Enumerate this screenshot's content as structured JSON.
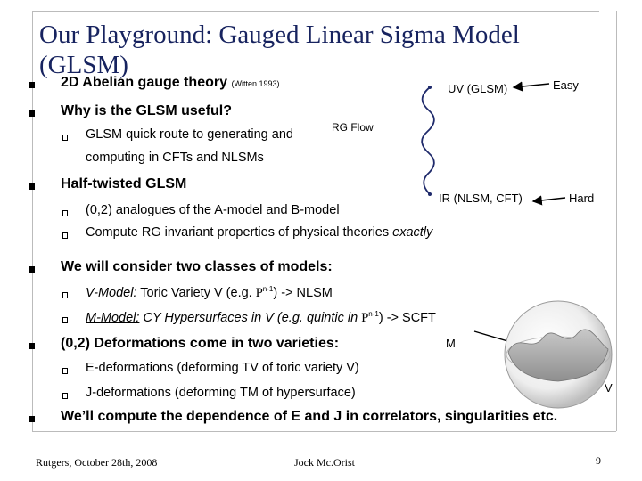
{
  "slide": {
    "title_line1": "Our Playground: Gauged Linear Sigma Model",
    "title_line2": "(GLSM)",
    "bullets": {
      "b1": "2D Abelian gauge theory",
      "b1_cite": "(Witten 1993)",
      "b2": "Why is the GLSM useful?",
      "b2_sub1_line1": "GLSM quick route to generating and",
      "b2_sub1_line2": "computing in CFTs and NLSMs",
      "b3": "Half-twisted GLSM",
      "b3_sub1": "(0,2) analogues of the A-model and B-model",
      "b3_sub2_a": "Compute RG invariant properties of physical theories ",
      "b3_sub2_b": "exactly",
      "b4": "We will consider two classes of models:",
      "b4_sub1_label": "V-Model:",
      "b4_sub1_text": " Toric Variety V (e.g. ",
      "b4_sub1_p": "P",
      "b4_sub1_sup": "n-1",
      "b4_sub1_end": ") -> NLSM",
      "b4_sub2_label": "M-Model:",
      "b4_sub2_text": " CY Hypersurfaces in V (e.g. quintic in ",
      "b4_sub2_p": "P",
      "b4_sub2_sup": "n-1",
      "b4_sub2_end": ") -> SCFT",
      "b5": "(0,2) Deformations come in two varieties:",
      "b5_sub1": "E-deformations (deforming TV of toric variety V)",
      "b5_sub2": "J-deformations (deforming TM of hypersurface)",
      "b6": "We’ll compute the dependence of E and J in correlators, singularities etc."
    },
    "diagram": {
      "uv": "UV (GLSM)",
      "easy": "Easy",
      "rg": "RG Flow",
      "ir": "IR (NLSM, CFT)",
      "hard": "Hard",
      "m": "M",
      "v": "V"
    },
    "footer": {
      "left": "Rutgers, October 28th, 2008",
      "center": "Jock Mc.Orist",
      "page": "9"
    }
  }
}
